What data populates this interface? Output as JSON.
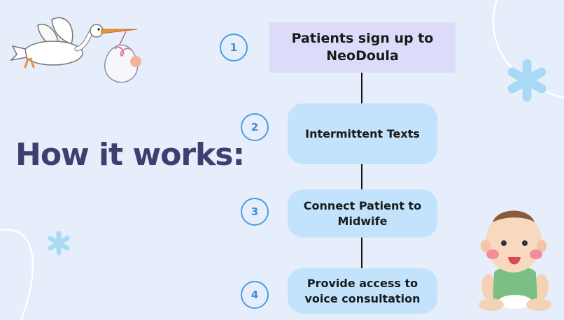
{
  "title": "How it works:",
  "steps": [
    {
      "number": "1",
      "label": "Patients sign up to NeoDoula"
    },
    {
      "number": "2",
      "label": "Intermittent Texts"
    },
    {
      "number": "3",
      "label": "Connect Patient to Midwife"
    },
    {
      "number": "4",
      "label": "Provide access to voice consultation"
    }
  ],
  "colors": {
    "background": "#e6eefc",
    "title": "#3d3f6e",
    "first_box": "#dcdcfa",
    "step_box": "#c2e3fb",
    "number_ring": "#4a9de0",
    "snowflake": "#a9daf5"
  },
  "illustrations": [
    "stork-with-bundle-illustration",
    "baby-illustration",
    "snowflake-icon"
  ]
}
